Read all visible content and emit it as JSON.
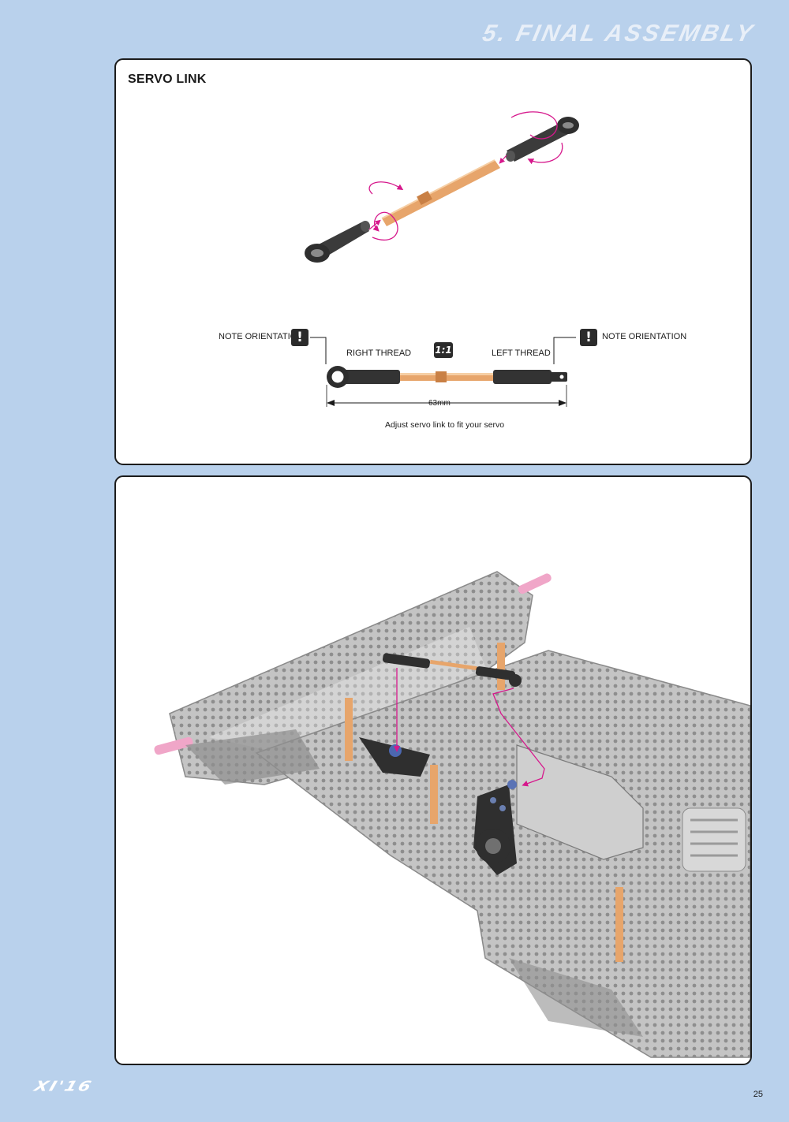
{
  "page": {
    "section_title": "5. FINAL ASSEMBLY",
    "page_number": "25",
    "logo_text": "XI'16"
  },
  "servo_link": {
    "heading": "SERVO LINK",
    "note_left": "NOTE ORIENTATION",
    "note_right": "NOTE ORIENTATION",
    "warning_symbol": "!",
    "right_thread": "RIGHT THREAD",
    "left_thread": "LEFT THREAD",
    "scale": "1:1",
    "length": "63mm",
    "caption": "Adjust servo link to fit your servo"
  },
  "colors": {
    "background": "#b9d1ec",
    "accent_magenta": "#d6188c",
    "brass": "#e7a56b",
    "part_black": "#2f2f2f",
    "carbon_grey": "#bcbcbc"
  }
}
